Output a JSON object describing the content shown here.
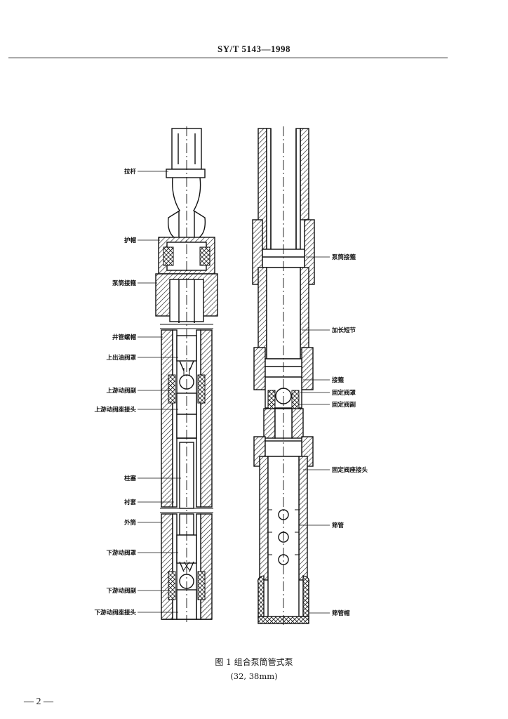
{
  "header": {
    "standard": "SY/T 5143—1998"
  },
  "figure": {
    "caption": "图 1   组合泵筒管式泵",
    "subcaption": "(32, 38mm)"
  },
  "left_labels": [
    "拉杆",
    "护帽",
    "泵筒接箍",
    "井管螺帽",
    "上出油阀罩",
    "上游动阀副",
    "上游动阀座接头",
    "柱塞",
    "衬套",
    "外筒",
    "下游动阀罩",
    "下游动阀副",
    "下游动阀座接头"
  ],
  "right_labels": [
    "泵筒接箍",
    "加长短节",
    "接箍",
    "固定阀罩",
    "固定阀副",
    "固定阀座接头",
    "筛管",
    "筛管帽"
  ],
  "page_number": "— 2 —"
}
